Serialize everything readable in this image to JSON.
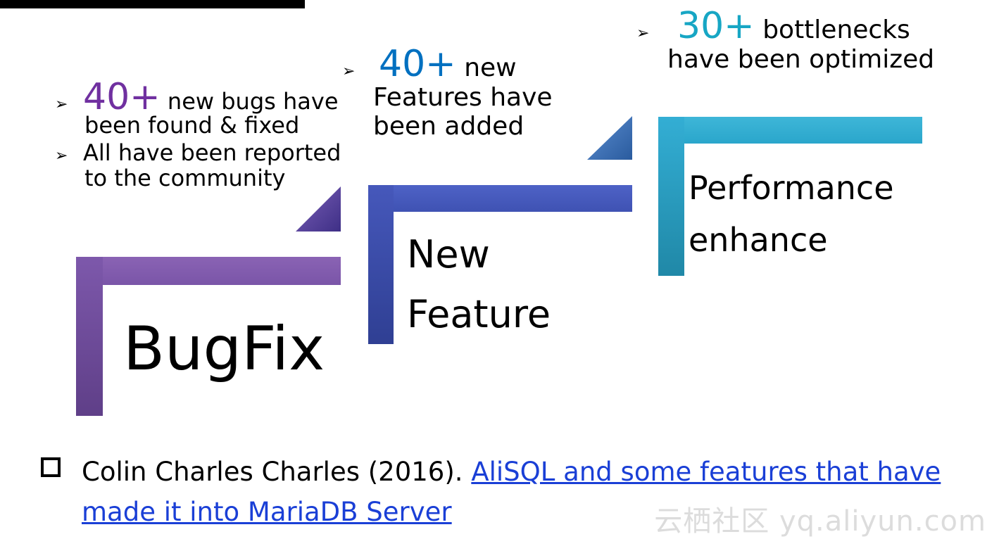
{
  "steps": {
    "bugfix": {
      "label": "BugFix",
      "count": "40+",
      "line1_rest": " new bugs have",
      "line2": "been found & fixed",
      "line3": "All have been reported",
      "line4": "to the community"
    },
    "feature": {
      "label_line1": "New",
      "label_line2": "Feature",
      "count": "40+",
      "line1_rest": " new",
      "line2": "Features have",
      "line3": "been added"
    },
    "performance": {
      "label_line1": "Performance",
      "label_line2": "enhance",
      "count": "30+",
      "line1_rest": " bottlenecks",
      "line2": "have been optimized"
    }
  },
  "bullet_glyph": "➢",
  "reference": {
    "prefix": "Colin Charles Charles (2016). ",
    "link_text": "AliSQL and some features that have made it into MariaDB Server"
  },
  "watermark": "云栖社区 yq.aliyun.com",
  "colors": {
    "bugfix": "#7a55a8",
    "feature": "#3f52b3",
    "performance": "#2aa6cb",
    "count_purple": "#7030a0",
    "count_blue": "#0070c0",
    "count_teal": "#17a6c4",
    "link": "#1a3fd6"
  }
}
